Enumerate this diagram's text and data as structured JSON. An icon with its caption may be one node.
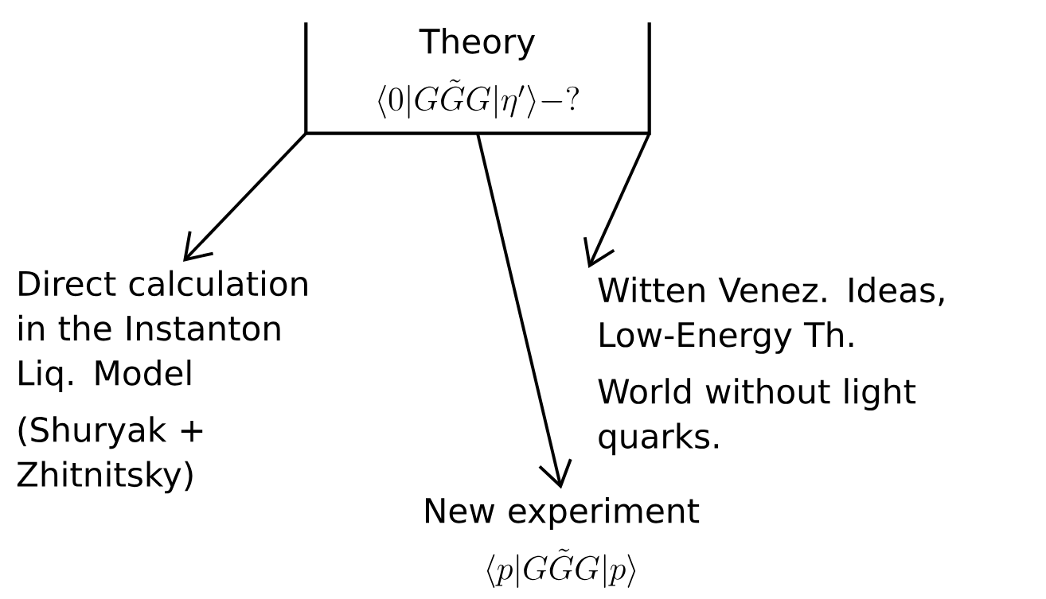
{
  "diagram": {
    "nodes": [
      {
        "text": [
          "Theory",
          "\\langle 0|G\\tilde{G}G|\\eta'\\rangle - ?"
        ]
      },
      {
        "text": [
          "Direct calculation in the Instanton Liq. Model",
          "(Shuryak + Zhitnitsky)"
        ]
      },
      {
        "text": [
          "New experiment",
          "\\langle p|G\\tilde{G}G|p\\rangle"
        ]
      },
      {
        "text": [
          "Witten Venez. Ideas, Low-Energy Th.",
          "World without light quarks."
        ]
      }
    ],
    "edges": [
      {
        "from": 0,
        "to": 1,
        "arrow": "to"
      },
      {
        "from": 0,
        "to": 2,
        "arrow": "to"
      },
      {
        "from": 0,
        "to": 3,
        "arrow": "to"
      }
    ]
  }
}
